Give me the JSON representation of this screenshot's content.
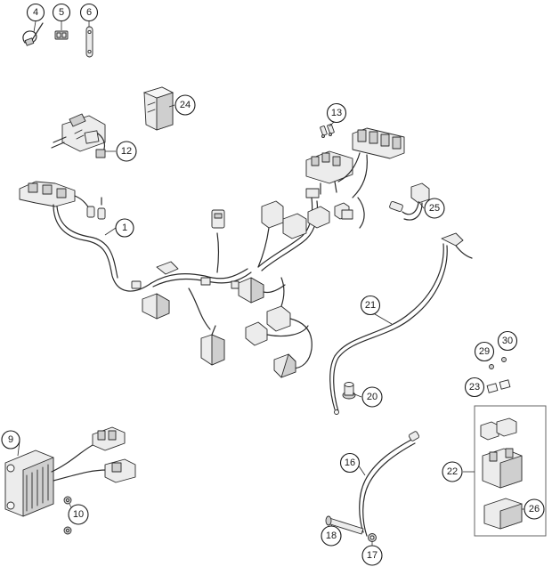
{
  "callouts": {
    "c1": "1",
    "c4": "4",
    "c5": "5",
    "c6": "6",
    "c9": "9",
    "c10": "10",
    "c12": "12",
    "c13": "13",
    "c16": "16",
    "c17": "17",
    "c18": "18",
    "c20": "20",
    "c21": "21",
    "c22": "22",
    "c23": "23",
    "c24": "24",
    "c25": "25",
    "c26": "26",
    "c29": "29",
    "c30": "30"
  }
}
